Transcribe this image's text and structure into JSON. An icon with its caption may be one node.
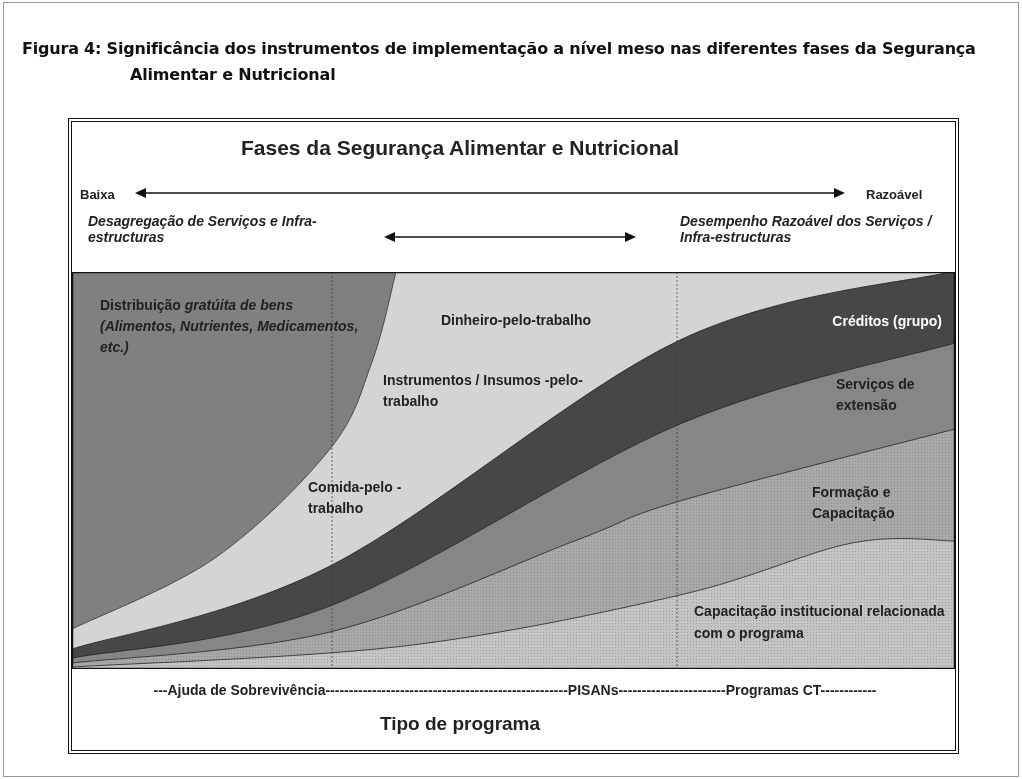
{
  "diagram": {
    "title": "Figura 4: Significância dos instrumentos de implementação a nível meso nas diferentes fases da Segurança Alimentar e Nutricional",
    "labels": [
      "Fases da Segurança Alimentar e Nutricional",
      "Baixa",
      "Razoável",
      "Desagregação de Serviços e Infra-estructuras",
      "Desempenho Razoável dos Serviços / Infra-estructuras",
      "Distribuição *gratúita de bens (Alimentos, Nutrientes, Medicamentos, etc.)*",
      "Dinheiro-pelo-trabalho",
      "Créditos (grupo)",
      "Instrumentos / Insumos -pelo-trabalho",
      "Serviços de extensão",
      "Comida-pelo -trabalho",
      "Formação e Capacitação",
      "Capacitação institucional relacionada com o programa",
      "---Ajuda de Sobrevivência----------------------------------------------------PISANs-----------------------Programas CT------------",
      "Tipo de programa"
    ]
  }
}
